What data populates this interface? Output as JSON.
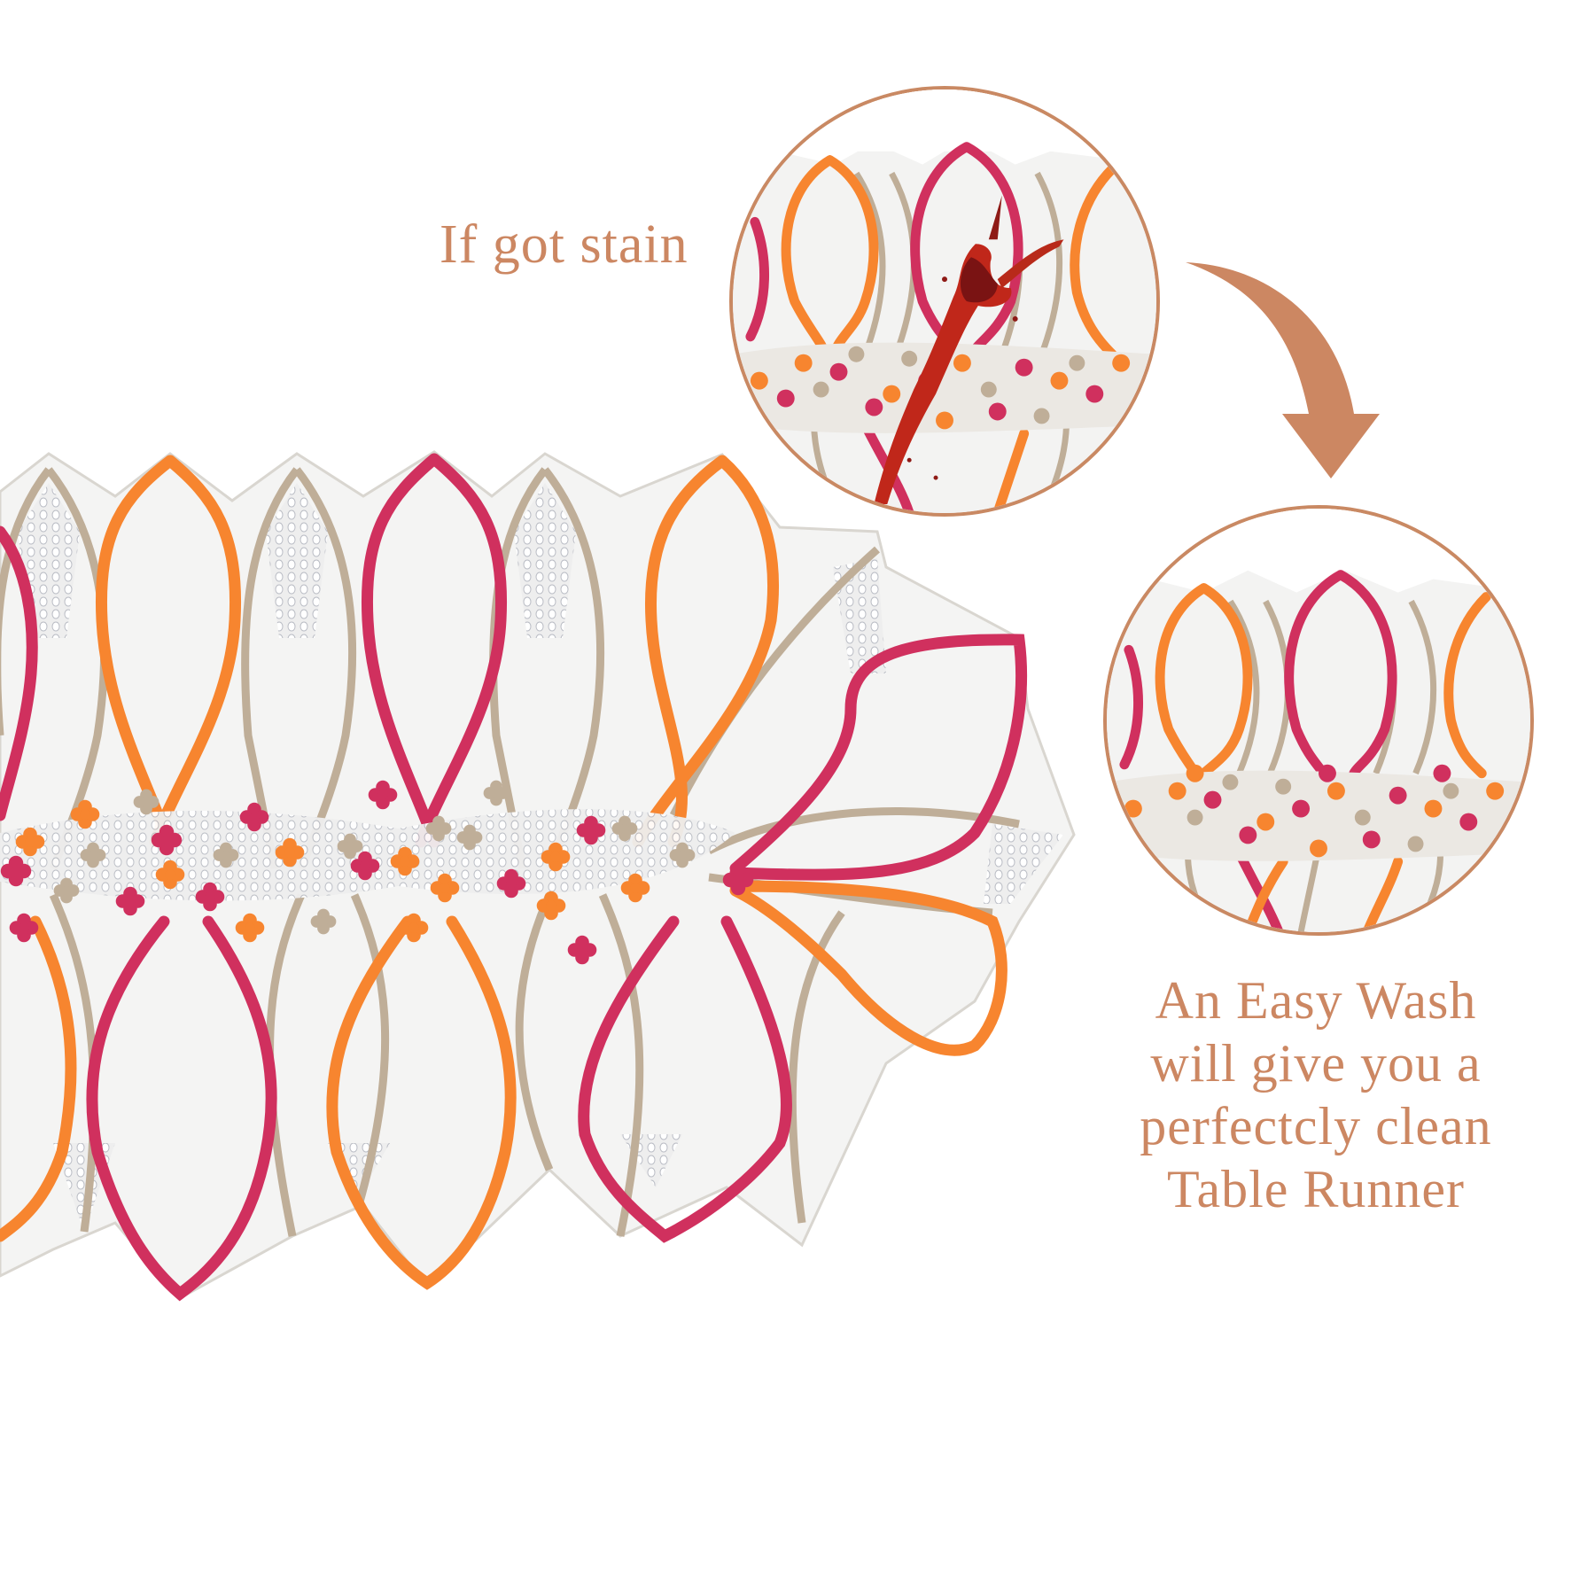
{
  "captions": {
    "stain": "If got stain",
    "wash_lines": [
      "An Easy Wash",
      "will give you a",
      "perfectcly clean",
      "Table Runner"
    ]
  },
  "colors": {
    "accent": "#CC8762",
    "circle_border": "#C98963",
    "pink": "#D0305E",
    "orange": "#F7852F",
    "taupe": "#BFAE98",
    "fabric": "#F4F4F3",
    "stain": "#C0271A"
  },
  "images": {
    "runner": "table-runner-product",
    "stain_circle": "stained-fabric-closeup",
    "clean_circle": "clean-fabric-closeup",
    "arrow": "curved-down-arrow"
  }
}
